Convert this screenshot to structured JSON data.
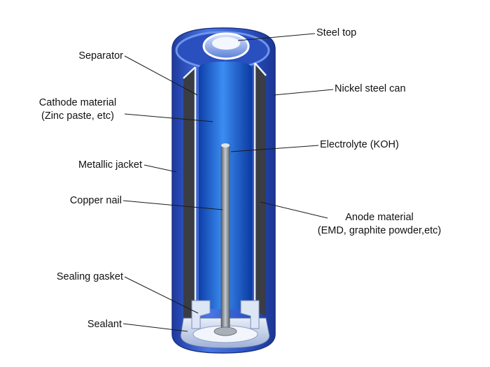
{
  "labels": {
    "steel_top": "Steel top",
    "separator": "Separator",
    "nickel_steel_can": "Nickel steel can",
    "cathode_line1": "Cathode material",
    "cathode_line2": "(Zinc paste, etc)",
    "electrolyte": "Electrolyte (KOH)",
    "metallic_jacket": "Metallic jacket",
    "copper_nail": "Copper nail",
    "anode_line1": "Anode material",
    "anode_line2": "(EMD, graphite powder,etc)",
    "sealing_gasket": "Sealing gasket",
    "sealant": "Sealant"
  },
  "colors": {
    "jacket_blue": "#2f56c8",
    "core_blue": "#1e6ae0",
    "anode_dark": "#3a3d44",
    "nail_grey": "#8f979f",
    "leader_line": "#1a1a1a"
  }
}
